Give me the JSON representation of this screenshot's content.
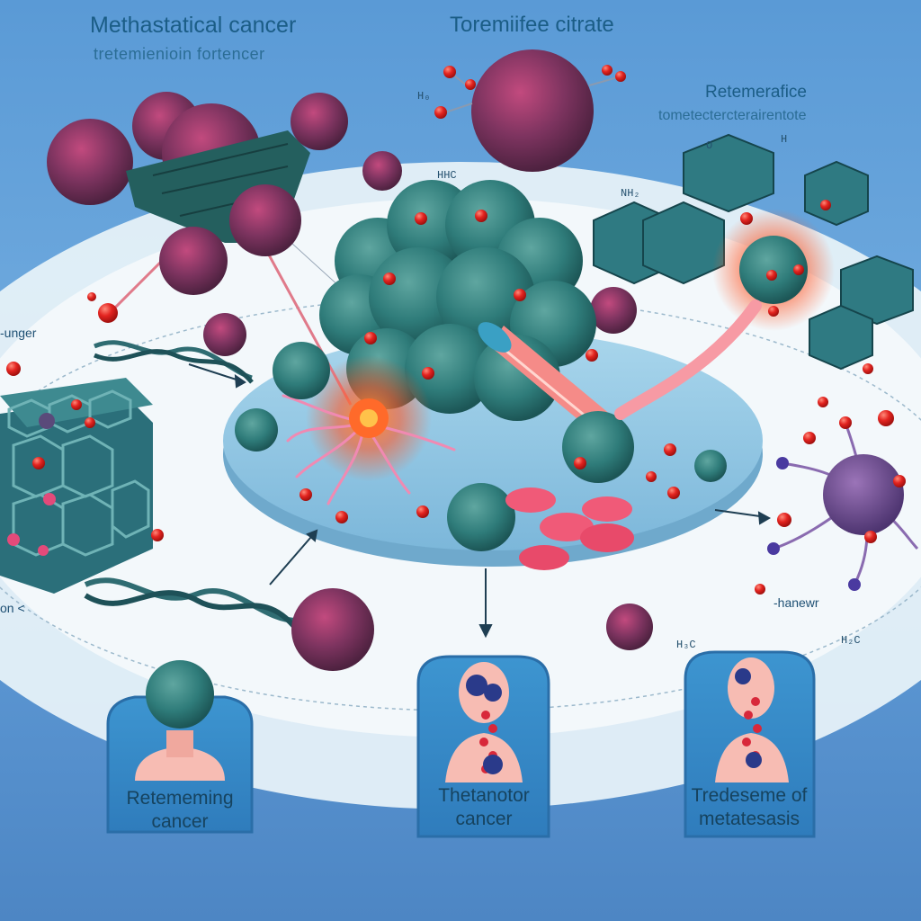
{
  "title": "Methastatical cancer",
  "subtitle": "tretemienioin fortencer",
  "drug_label": "Toremiifee citrate",
  "right_title": "Retemerafice",
  "right_subtitle": "tometectercterairentote",
  "side_labels": {
    "left_upper": "-unger",
    "left_lower": "on <",
    "right_lower": "-hanewr"
  },
  "chem_labels": [
    "H₀",
    "HHC",
    "H₃C",
    "H",
    "O",
    "NH₂",
    "H₂C"
  ],
  "panels": [
    {
      "line1": "Retememing",
      "line2": "cancer"
    },
    {
      "line1": "Thetanotor",
      "line2": "cancer"
    },
    {
      "line1": "Tredeseme of",
      "line2": "metatesasis"
    }
  ],
  "colors": {
    "background": "#5b96d2",
    "platform": "#8fc7e4",
    "tumor": "#2d7a7a",
    "cancer_cell": "#8a3a66",
    "red_particle": "#e0201e",
    "panel": "#2f85c4",
    "skin": "#f7bcb3"
  }
}
